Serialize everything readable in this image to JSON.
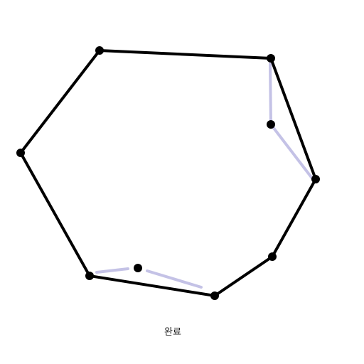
{
  "done_label": "완료",
  "colors": {
    "background": "#ffffff",
    "polygon_edge": "#000000",
    "vertex": "#000000",
    "hint_line": "#c4c2e6"
  },
  "icons": {
    "vertex": "filled-circle-handle",
    "hint": "pale-lavender-guide-segment"
  },
  "polygon": {
    "closed": true,
    "vertex_count": 7,
    "candidate_points": 2
  }
}
